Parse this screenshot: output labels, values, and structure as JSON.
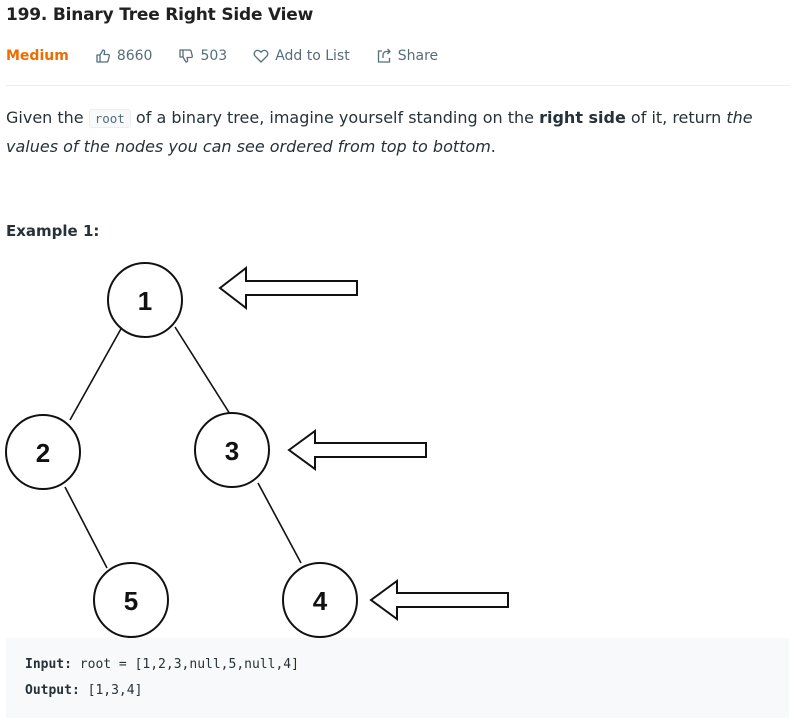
{
  "problem": {
    "title": "199. Binary Tree Right Side View",
    "difficulty": "Medium",
    "likes": "8660",
    "dislikes": "503",
    "add_to_list": "Add to List",
    "share": "Share"
  },
  "description": {
    "p1": "Given the ",
    "code_root": "root",
    "p2": " of a binary tree, imagine yourself standing on the ",
    "bold": "right side",
    "p3": " of it, return ",
    "italic": "the values of the nodes you can see ordered from top to bottom",
    "p4": "."
  },
  "example": {
    "title": "Example 1:",
    "input_label": "Input:",
    "input_value": " root = [1,2,3,null,5,null,4]",
    "output_label": "Output:",
    "output_value": " [1,3,4]"
  },
  "tree": {
    "nodes": [
      "1",
      "2",
      "3",
      "5",
      "4"
    ]
  },
  "colors": {
    "difficulty": "#ef6c00",
    "text": "#263238",
    "muted": "#546e7a",
    "code_bg": "#f7f9fa"
  },
  "icons": [
    "thumbs-up-icon",
    "thumbs-down-icon",
    "heart-icon",
    "share-icon",
    "arrow-left-icon"
  ]
}
